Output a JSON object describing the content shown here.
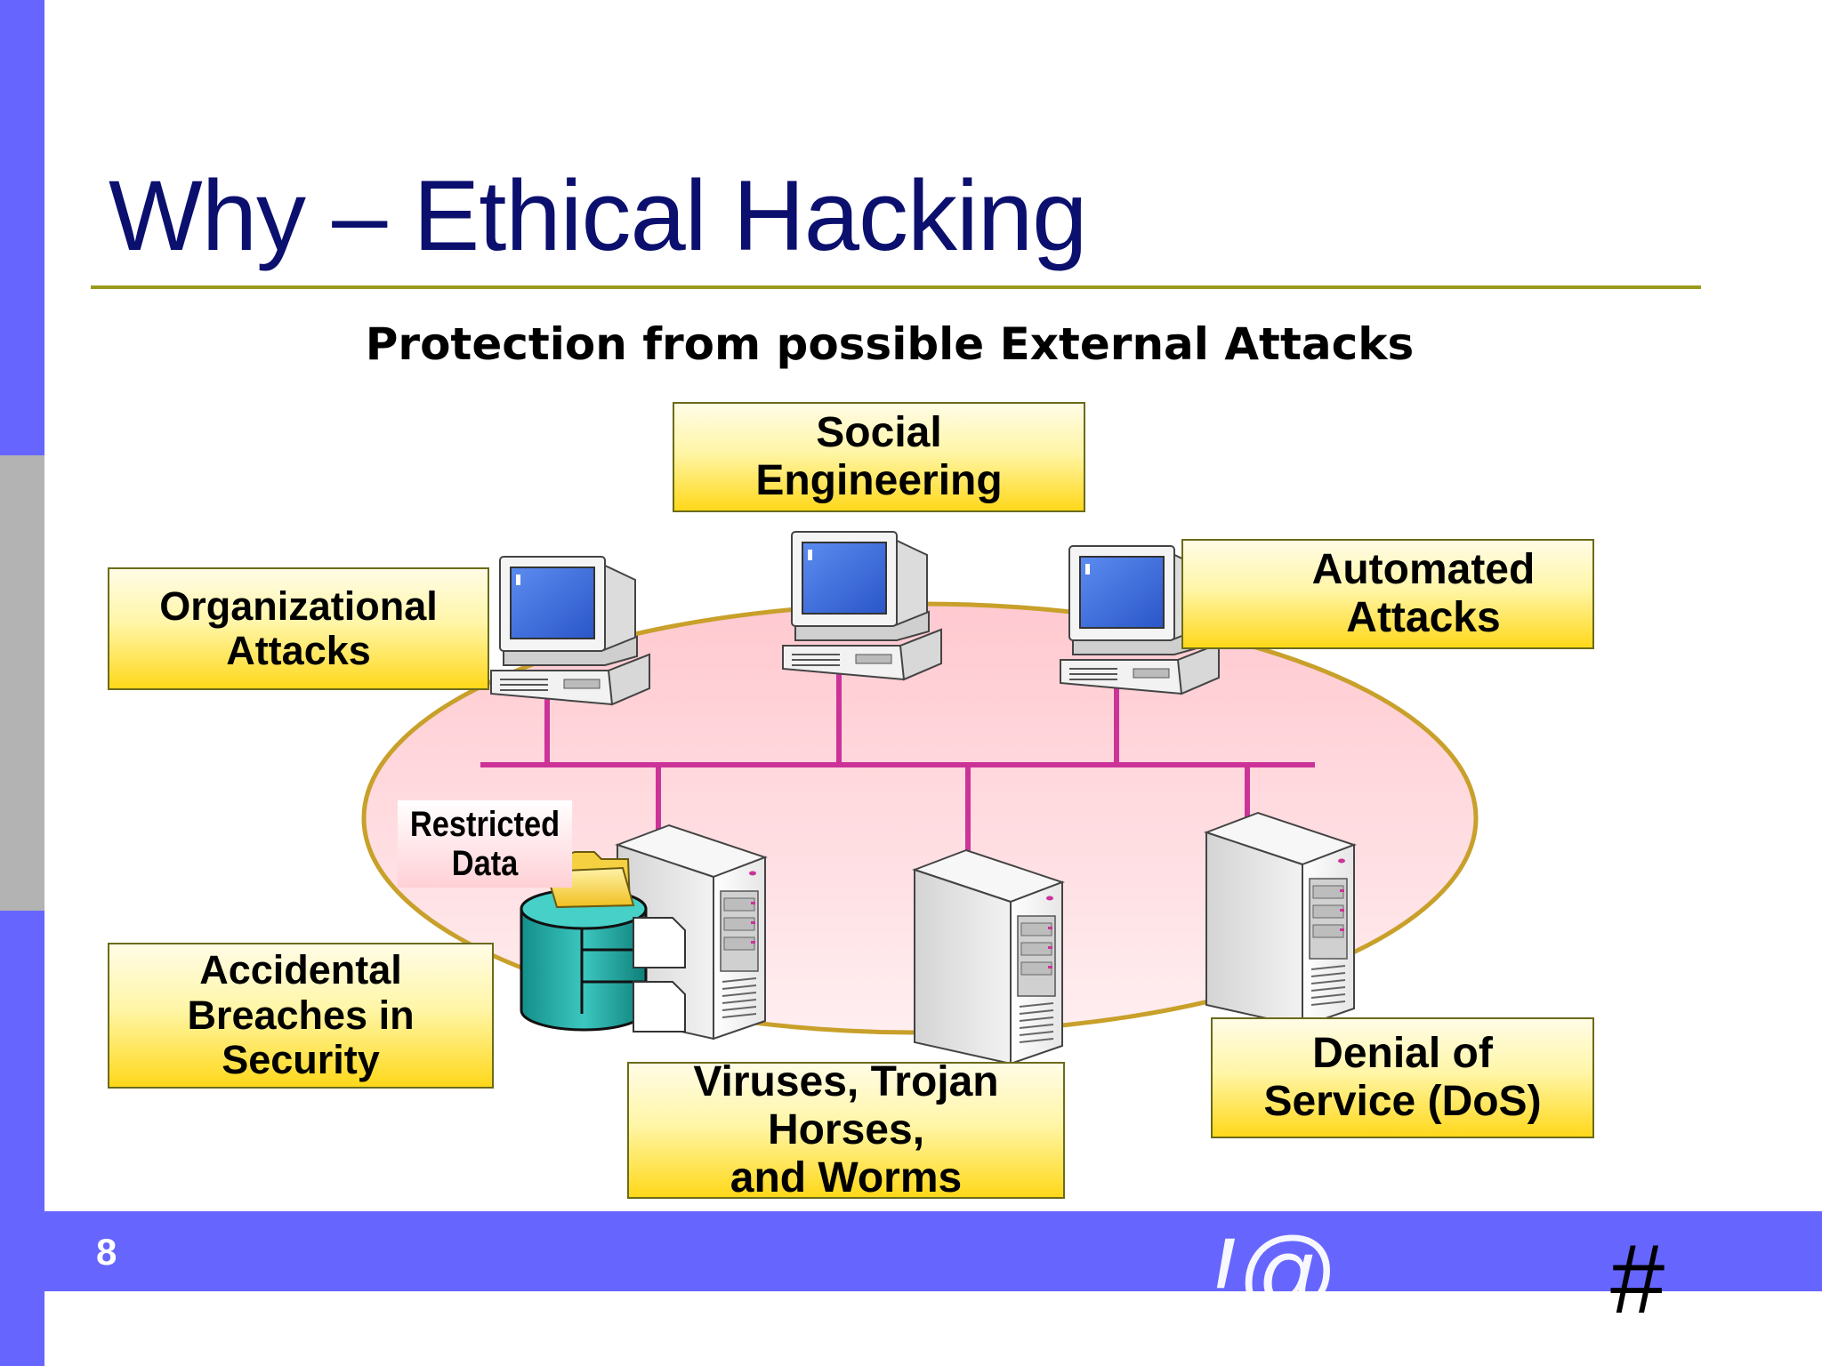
{
  "slide": {
    "title": "Why – Ethical Hacking",
    "subtitle": "Protection from possible External Attacks",
    "page_number": "8",
    "footer_symbols": {
      "at": "!@",
      "hash": "#"
    }
  },
  "diagram": {
    "labels": {
      "social_engineering": "Social\nEngineering",
      "organizational_attacks": "Organizational\nAttacks",
      "automated_attacks": "Automated\nAttacks",
      "accidental_breaches": "Accidental\nBreaches in\nSecurity",
      "viruses": "Viruses, Trojan\nHorses,\nand Worms",
      "denial_of_service": "Denial of\nService (DoS)",
      "restricted_data": "Restricted\nData"
    }
  },
  "colors": {
    "sidebar_blue": "#6666ff",
    "sidebar_gray": "#b3b3b3",
    "title_navy": "#0b0f6e",
    "rule_olive": "#9a9a1a",
    "network_magenta": "#cc3399",
    "ellipse_pink": "#ffd3d9",
    "ellipse_border": "#c8a02a",
    "label_yellow": "#ffd81a"
  }
}
